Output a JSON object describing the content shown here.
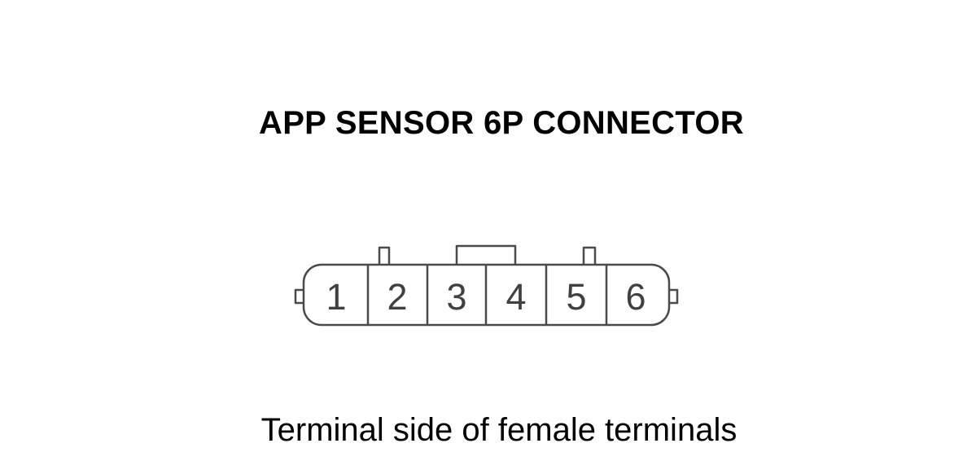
{
  "diagram": {
    "title": "APP SENSOR 6P CONNECTOR",
    "caption": "Terminal side of female terminals",
    "connector": {
      "pins": [
        "1",
        "2",
        "3",
        "4",
        "5",
        "6"
      ],
      "line_color": "#4a4a4a",
      "number_color": "#404040"
    }
  }
}
